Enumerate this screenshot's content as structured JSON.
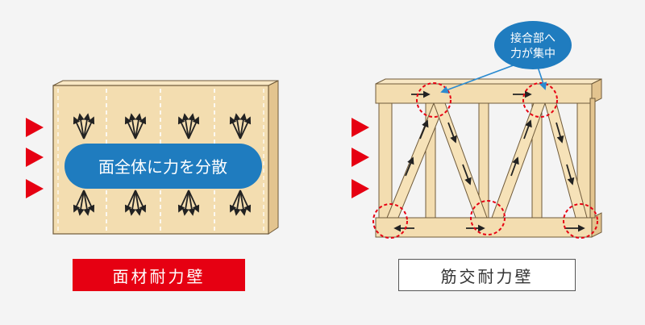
{
  "left_panel": {
    "center_text": "面全体に力を分散",
    "caption": "面材耐力壁"
  },
  "right_panel": {
    "callout_text_line1": "接合部へ",
    "callout_text_line2": "力が集中",
    "caption": "筋交耐力壁"
  },
  "colors": {
    "red": "#e60012",
    "wood": "#f3ddb0",
    "wood_edge": "#6f5a3a",
    "callout_blue": "#1f7cbf",
    "arrow": "#222222"
  }
}
